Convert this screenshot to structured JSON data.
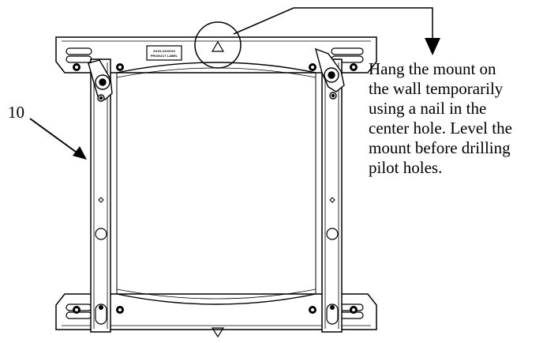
{
  "callout": {
    "lines": [
      "Hang the mount on",
      "the wall temporarily",
      "using a nail in the",
      "center hole. Level the",
      "mount before drilling",
      "pilot holes."
    ]
  },
  "reference_number": "10",
  "product_label": {
    "line1": "XXXX-XXXXXX",
    "line2": "PRODUCT LABEL"
  },
  "colors": {
    "line": "#000000",
    "background": "#ffffff"
  }
}
